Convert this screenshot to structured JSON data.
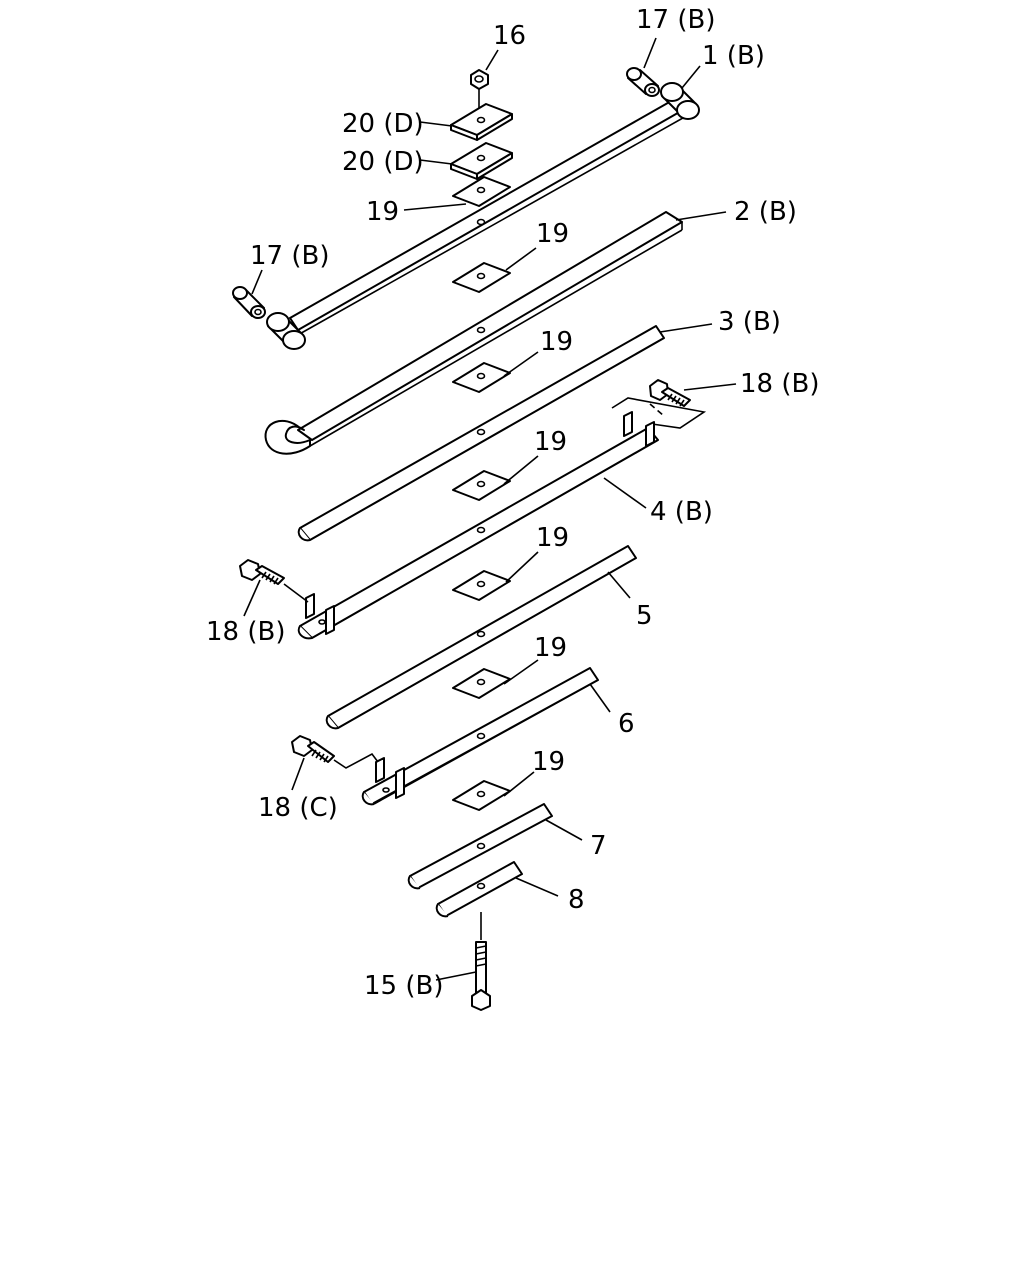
{
  "labels": {
    "p16": "16",
    "p17b_top": "17 (B)",
    "p1b": "1 (B)",
    "p20d_a": "20 (D)",
    "p20d_b": "20 (D)",
    "p19_a": "19",
    "p17b_left": "17 (B)",
    "p2b": "2 (B)",
    "p19_b": "19",
    "p3b": "3 (B)",
    "p19_c": "19",
    "p18b_right": "18 (B)",
    "p19_d": "19",
    "p4b": "4 (B)",
    "p19_e": "19",
    "p18b_left": "18 (B)",
    "p5": "5",
    "p19_f": "19",
    "p6": "6",
    "p18c": "18 (C)",
    "p19_g": "19",
    "p7": "7",
    "p8": "8",
    "p15b": "15 (B)"
  }
}
